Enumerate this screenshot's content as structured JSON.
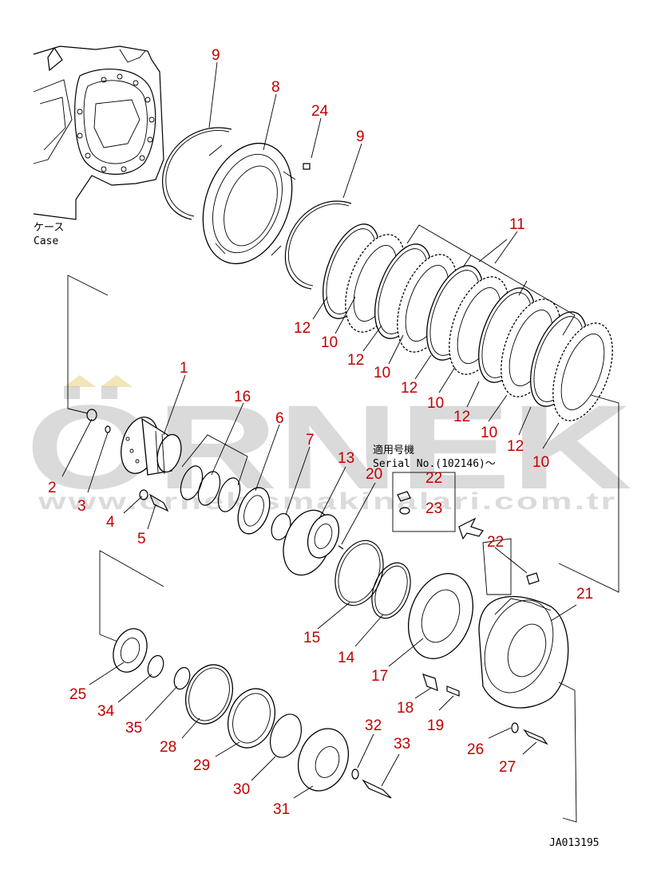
{
  "case_label_jp": "ケース",
  "case_label_en": "Case",
  "serial_label_jp": "適用号機",
  "serial_label": "Serial No.(102146)～",
  "drawing_code": "JA013195",
  "watermark": {
    "text": "ÖRNEK",
    "url": "www.ornekismakinalari.com.tr",
    "color": "#bdbdbd"
  },
  "callout_color": "#c00000",
  "callouts": [
    "9",
    "8",
    "24",
    "9",
    "11",
    "12",
    "10",
    "12",
    "10",
    "12",
    "10",
    "12",
    "10",
    "12",
    "10",
    "1",
    "16",
    "6",
    "7",
    "13",
    "20",
    "22",
    "23",
    "2",
    "3",
    "4",
    "5",
    "22",
    "21",
    "15",
    "14",
    "17",
    "25",
    "34",
    "35",
    "28",
    "29",
    "30",
    "31",
    "18",
    "19",
    "32",
    "33",
    "26",
    "27"
  ]
}
